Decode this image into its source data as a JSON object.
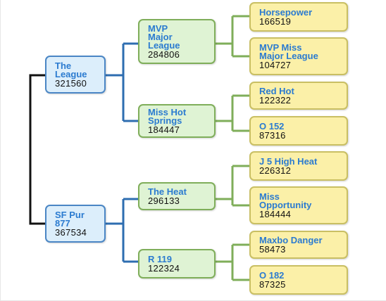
{
  "roots": [
    {
      "name": "The\nLeague",
      "value": "321560",
      "children": [
        {
          "name": "MVP\nMajor\nLeague",
          "value": "284806",
          "children": [
            {
              "name": "Horsepower",
              "value": "166519"
            },
            {
              "name": "MVP Miss\nMajor League",
              "value": "104727"
            }
          ]
        },
        {
          "name": "Miss Hot\nSprings",
          "value": "184447",
          "children": [
            {
              "name": "Red Hot",
              "value": "122322"
            },
            {
              "name": "O 152",
              "value": "87316"
            }
          ]
        }
      ]
    },
    {
      "name": "SF Pur\n877",
      "value": "367534",
      "children": [
        {
          "name": "The Heat",
          "value": "296133",
          "children": [
            {
              "name": "J 5 High Heat",
              "value": "226312"
            },
            {
              "name": "Miss\nOpportunity",
              "value": "184444"
            }
          ]
        },
        {
          "name": "R 119",
          "value": "122324",
          "children": [
            {
              "name": "Maxbo Danger",
              "value": "58473"
            },
            {
              "name": "O 182",
              "value": "87325"
            }
          ]
        }
      ]
    }
  ],
  "colors": {
    "root_fill": "#dceefb",
    "root_border": "#4a86c5",
    "mid_fill": "#dff3d4",
    "mid_border": "#7fae5a",
    "leaf_fill": "#fbf0a8",
    "leaf_border": "#c9bf63",
    "name_text": "#2b7bd0",
    "trunk_line": "#111111",
    "root_line": "#2e6db0",
    "mid_line": "#7fae5a"
  }
}
